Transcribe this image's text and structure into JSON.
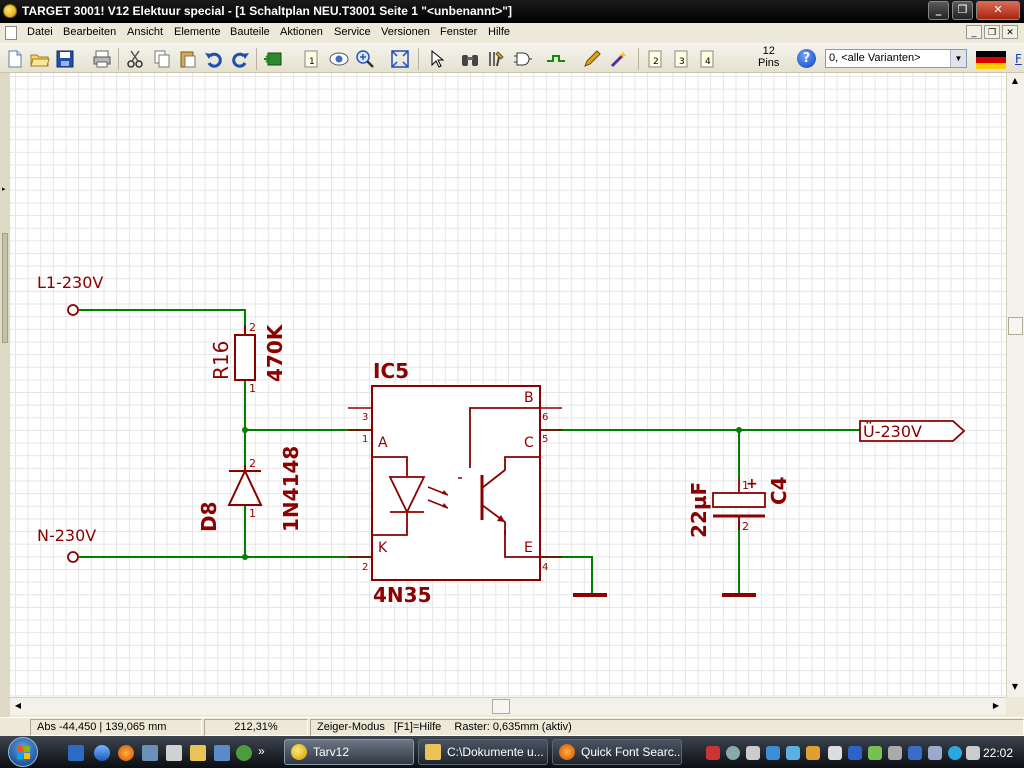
{
  "window": {
    "title": "TARGET 3001! V12 Elektuur special - [1 Schaltplan NEU.T3001 Seite 1 \"<unbenannt>\"]",
    "controls": {
      "minimize": "_",
      "restore": "❐",
      "close": "✕"
    }
  },
  "menu": {
    "items": [
      "Datei",
      "Bearbeiten",
      "Ansicht",
      "Elemente",
      "Bauteile",
      "Aktionen",
      "Service",
      "Versionen",
      "Fenster",
      "Hilfe"
    ],
    "mdi": {
      "minimize": "_",
      "restore": "❐",
      "close": "✕"
    }
  },
  "toolbar": {
    "page_buttons": [
      "1",
      "2",
      "3",
      "4"
    ],
    "pins_count": "12",
    "pins_label": "Pins",
    "variant_value": "0, <alle Varianten>",
    "language_flag": "german-flag",
    "flag_colors": [
      "#000000",
      "#dd0000",
      "#ffce00"
    ],
    "extra_link": "F"
  },
  "schematic": {
    "wire_color": "#008000",
    "symbol_color": "#8b0000",
    "labels": {
      "l1": "L1-230V",
      "n": "N-230V",
      "u_out": "Ü-230V",
      "r16_name": "R16",
      "r16_value": "470K",
      "d8_name": "D8",
      "d8_value": "1N4148",
      "ic5_name": "IC5",
      "ic5_value": "4N35",
      "c4_name": "C4",
      "c4_value": "22µF"
    },
    "ic_pin_letters": {
      "a": "A",
      "k": "K",
      "b": "B",
      "c": "C",
      "e": "E"
    },
    "ic_pin_numbers": {
      "p1": "1",
      "p2": "2",
      "p3": "3",
      "p4": "4",
      "p5": "5",
      "p6": "6"
    },
    "r16_pins": {
      "top": "2",
      "bottom": "1"
    },
    "d8_pins": {
      "top": "2",
      "bottom": "1"
    },
    "c4_pins": {
      "top": "1",
      "bottom": "2",
      "plus": "+"
    }
  },
  "statusbar": {
    "coordinates": "Abs -44,450 | 139,065 mm",
    "zoom": "212,31%",
    "mode": "Zeiger-Modus",
    "help_hint": "[F1]=Hilfe",
    "raster": "Raster: 0,635mm (aktiv)"
  },
  "taskbar": {
    "tasks": [
      {
        "label": "Tarv12",
        "icon": "target-app-icon"
      },
      {
        "label": "C:\\Dokumente u...",
        "icon": "folder-icon"
      },
      {
        "label": "Quick Font Searc...",
        "icon": "firefox-icon"
      }
    ],
    "clock": "22:02",
    "show_more": "»"
  }
}
